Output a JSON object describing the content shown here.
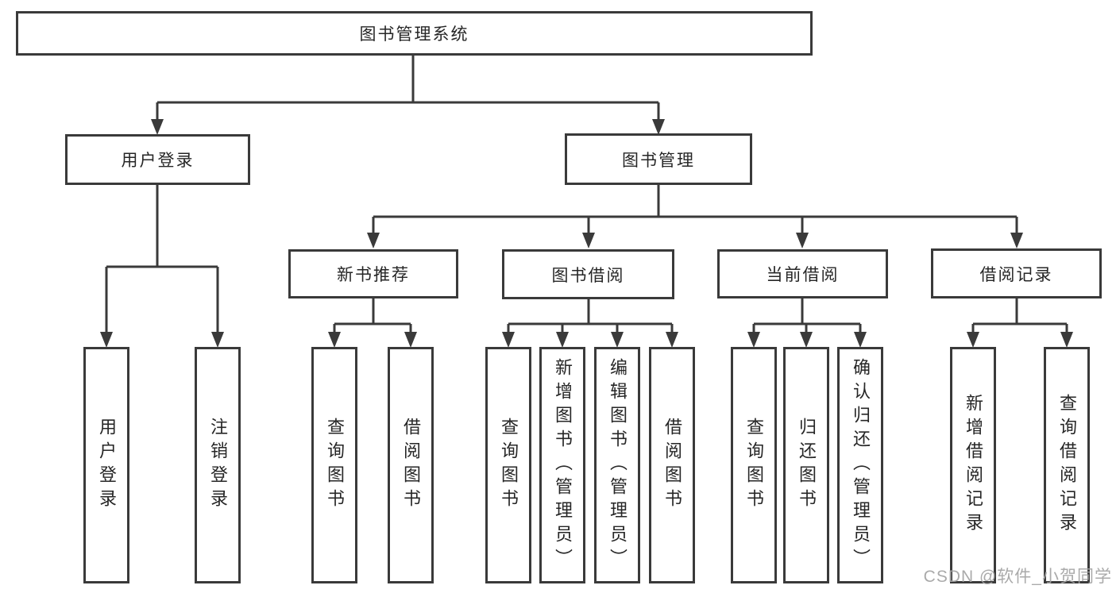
{
  "tree": {
    "root": {
      "label": "图书管理系统",
      "children": [
        {
          "label": "用户登录",
          "children": [
            {
              "label": "用户登录"
            },
            {
              "label": "注销登录"
            }
          ]
        },
        {
          "label": "图书管理",
          "children": [
            {
              "label": "新书推荐",
              "children": [
                {
                  "label": "查询图书"
                },
                {
                  "label": "借阅图书"
                }
              ]
            },
            {
              "label": "图书借阅",
              "children": [
                {
                  "label": "查询图书"
                },
                {
                  "label": "新增图书（管理员）"
                },
                {
                  "label": "编辑图书（管理员）"
                },
                {
                  "label": "借阅图书"
                }
              ]
            },
            {
              "label": "当前借阅",
              "children": [
                {
                  "label": "查询图书"
                },
                {
                  "label": "归还图书"
                },
                {
                  "label": "确认归还（管理员）"
                }
              ]
            },
            {
              "label": "借阅记录",
              "children": [
                {
                  "label": "新增借阅记录"
                },
                {
                  "label": "查询借阅记录"
                }
              ]
            }
          ]
        }
      ]
    }
  },
  "watermark": {
    "text": "CSDN @软件_小贺同学"
  },
  "colors": {
    "line": "#3a3a3a",
    "text": "#262626",
    "bg": "#ffffff",
    "watermark": "#a3a3a3"
  }
}
